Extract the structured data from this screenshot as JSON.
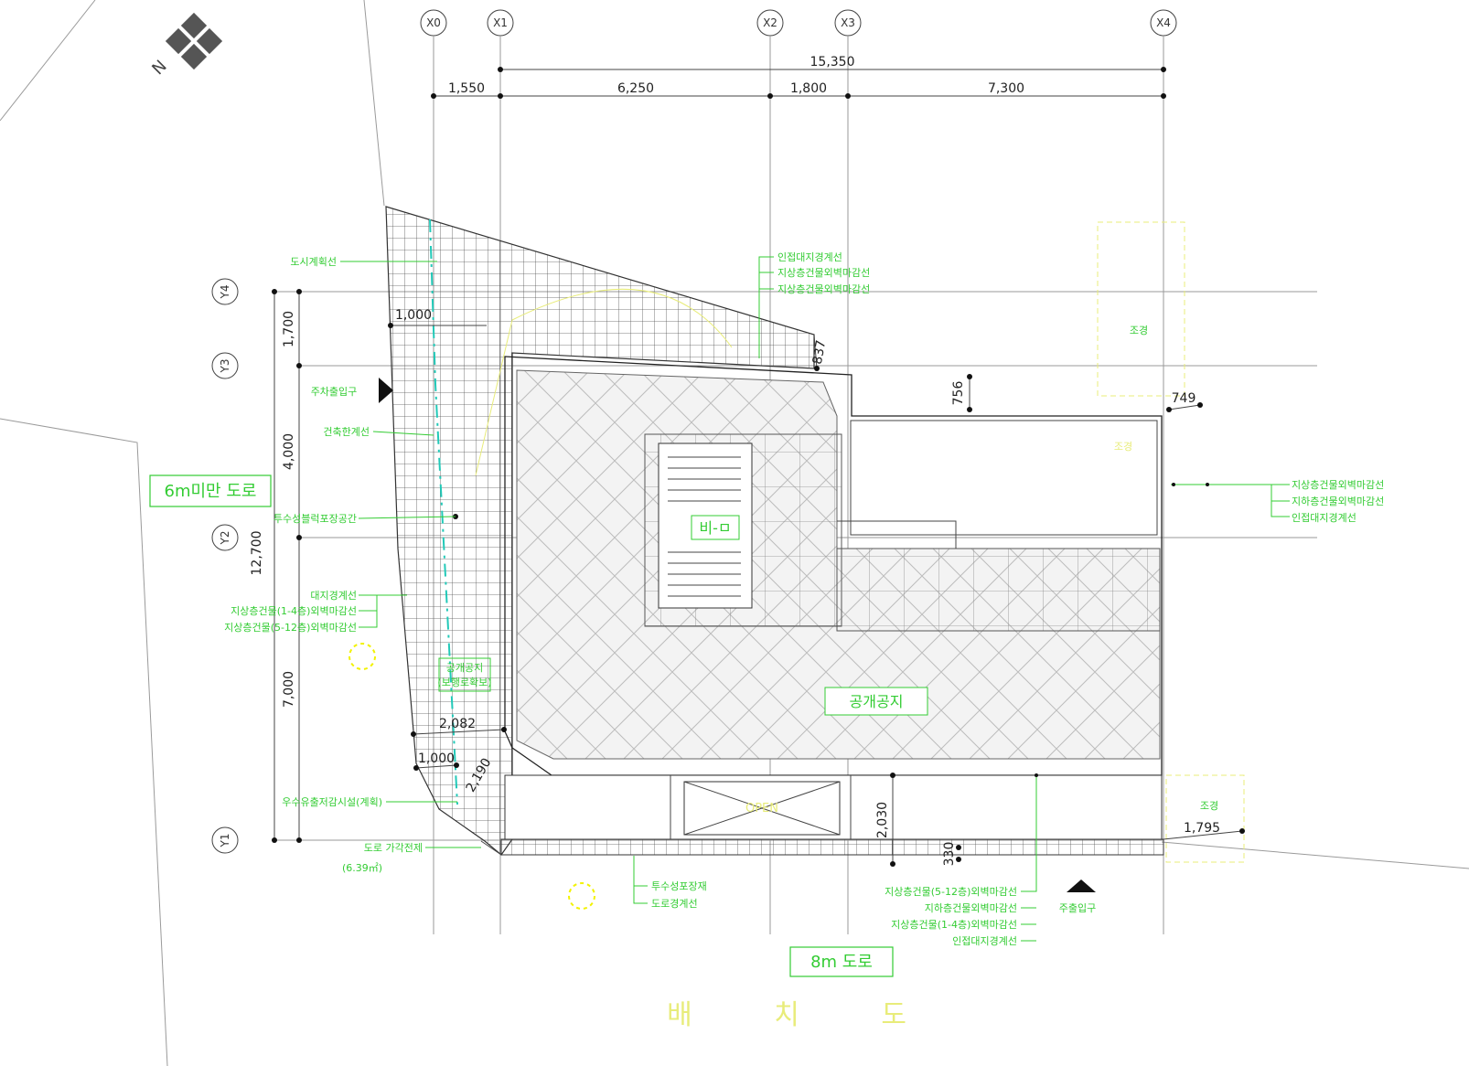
{
  "axes": {
    "x": [
      "X0",
      "X1",
      "X2",
      "X3",
      "X4"
    ],
    "y": [
      "Y4",
      "Y3",
      "Y2",
      "Y1"
    ]
  },
  "dimensions": {
    "overall_x": "15,350",
    "x_spans": [
      "1,550",
      "6,250",
      "1,800",
      "7,300"
    ],
    "overall_y": "12,700",
    "y_spans": [
      "1,700",
      "4,000",
      "7,000"
    ],
    "misc": [
      "1,000",
      "837",
      "756",
      "749",
      "2,082",
      "1,000",
      "2,190",
      "2,030",
      "330",
      "1,795"
    ]
  },
  "roads": {
    "west": "6m미만 도로",
    "south": "8m 도로"
  },
  "labels": {
    "north": "N",
    "parking": "비-ㅁ",
    "public_space": "공개공지",
    "open": "OPEN",
    "land_north": "조경",
    "land_east": "조경",
    "land_se": "조경",
    "entrance_main": "주출입구",
    "entrance_sub": "주차출입구",
    "title": "배 치 도"
  },
  "notes": {
    "north_top": [
      "인접대지경계선",
      "지상층건물외벽마감선",
      "지상층건물외벽마감선"
    ],
    "west": [
      "도시계획선",
      "건축한계선",
      "투수성블럭포장공간",
      "대지경계선",
      "지상층건물(1-4층)외벽마감선",
      "지상층건물(5-12층)외벽마감선",
      "우수유출저감시설(계획)"
    ],
    "road_cut": [
      "도로 가각전제",
      "(6.39㎡)"
    ],
    "greenery": [
      "공개공지",
      "(보행로확보)"
    ],
    "east": [
      "지상층건물외벽마감선",
      "지하층건물외벽마감선",
      "인접대지경계선"
    ],
    "south_left": [
      "투수성포장재",
      "도로경계선"
    ],
    "south_right": [
      "지상층건물(5-12층)외벽마감선",
      "지하층건물외벽마감선",
      "지상층건물(1-4층)외벽마감선",
      "인접대지경계선"
    ]
  }
}
